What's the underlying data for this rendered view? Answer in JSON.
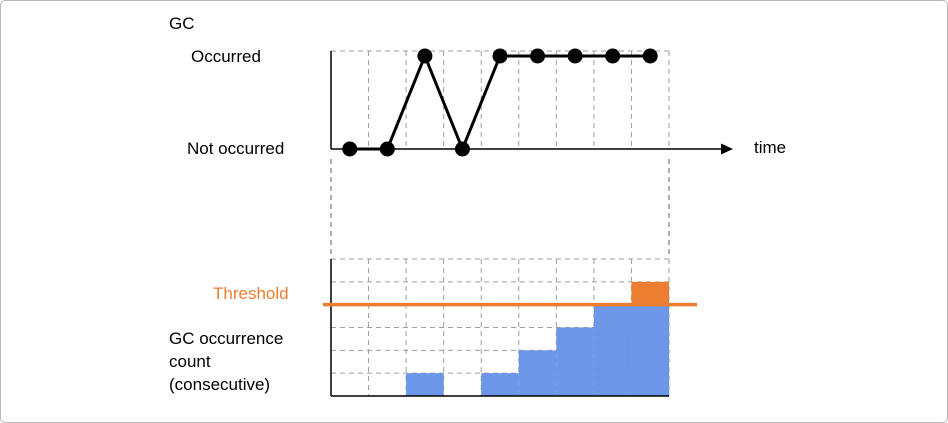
{
  "figure": {
    "top_chart": {
      "title": "GC",
      "y_axis": {
        "high_label": "Occurred",
        "low_label": "Not occurred"
      },
      "x_axis_label": "time"
    },
    "bottom_chart": {
      "threshold_label": "Threshold",
      "y_label_lines": [
        "GC occurrence",
        "count",
        "(consecutive)"
      ]
    }
  },
  "colors": {
    "bar_blue": "#6C96E8",
    "accent_orange": "#ED7D31",
    "line_black": "#000000",
    "grid_gray": "#9e9e9e",
    "connector_gray": "#666666"
  },
  "chart_data": [
    {
      "type": "line",
      "title": "GC",
      "x": [
        1,
        2,
        3,
        4,
        5,
        6,
        7,
        8,
        9
      ],
      "values": [
        0,
        0,
        1,
        0,
        1,
        1,
        1,
        1,
        1
      ],
      "y_categories": [
        "Not occurred",
        "Occurred"
      ],
      "xlabel": "time",
      "ylabel": "GC",
      "legend": "none",
      "grid": "dashed",
      "notes": "Binary GC occurrence per time slot; black markers connected by a line."
    },
    {
      "type": "bar",
      "title": "GC occurrence count (consecutive)",
      "x": [
        1,
        2,
        3,
        4,
        5,
        6,
        7,
        8,
        9
      ],
      "values": [
        0,
        0,
        1,
        0,
        1,
        2,
        3,
        4,
        5
      ],
      "threshold": 4,
      "ylim": [
        0,
        6
      ],
      "xlabel": "time",
      "ylabel": "GC occurrence count (consecutive)",
      "grid": "dashed",
      "notes": "Consecutive count resets when GC does not occur; portion of bar above threshold is highlighted orange."
    }
  ]
}
